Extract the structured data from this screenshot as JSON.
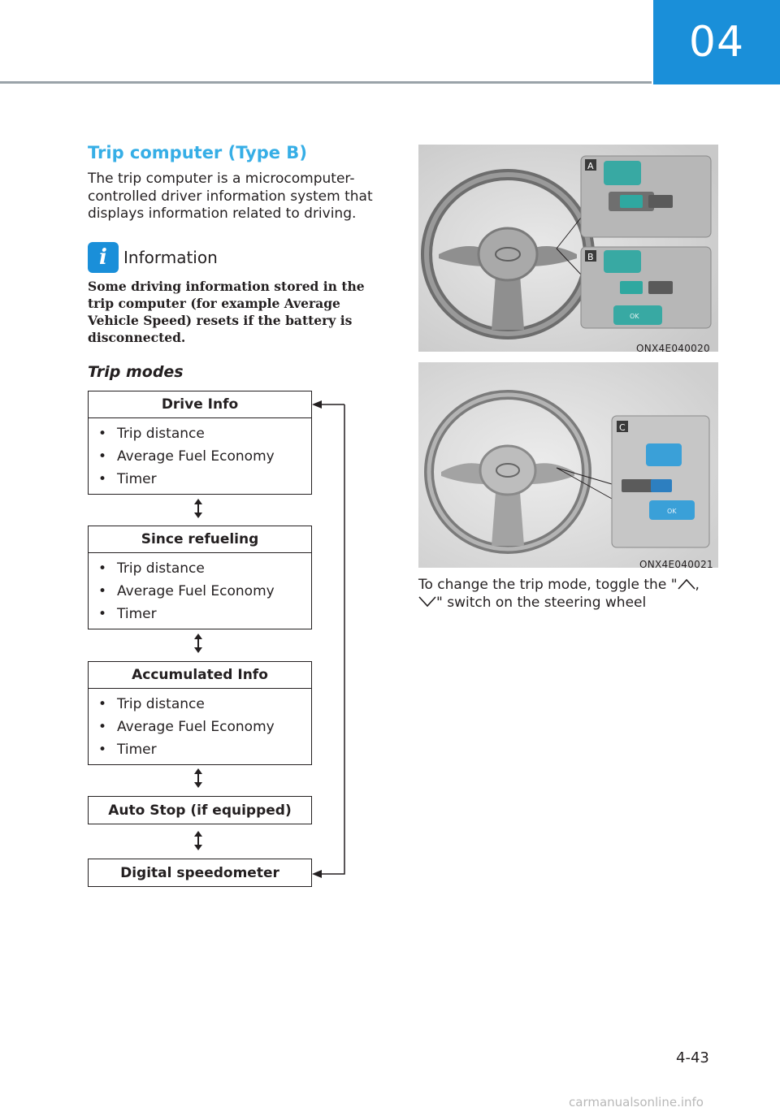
{
  "header": {
    "chapter": "04"
  },
  "section": {
    "title": "Trip computer (Type B)",
    "intro": "The trip computer is a microcomputer-controlled driver information system that displays information related to driving."
  },
  "info": {
    "title": "Information",
    "body": "Some driving information stored in the trip computer (for example Average Vehicle Speed) resets if the battery is disconnected."
  },
  "trip_modes": {
    "heading": "Trip modes",
    "modes": [
      {
        "title": "Drive Info",
        "items": [
          "Trip distance",
          "Average Fuel Economy",
          "Timer"
        ]
      },
      {
        "title": "Since refueling",
        "items": [
          "Trip distance",
          "Average Fuel Economy",
          "Timer"
        ]
      },
      {
        "title": "Accumulated Info",
        "items": [
          "Trip distance",
          "Average Fuel Economy",
          "Timer"
        ]
      },
      {
        "title": "Auto Stop (if equipped)",
        "items": []
      },
      {
        "title": "Digital speedometer",
        "items": []
      }
    ]
  },
  "figures": [
    {
      "code": "ONX4E040020",
      "callouts": [
        "A",
        "B"
      ],
      "button_text": "OK"
    },
    {
      "code": "ONX4E040021",
      "callouts": [
        "C"
      ],
      "button_text": "OK"
    }
  ],
  "instruction": {
    "before": "To change the trip mode, toggle the \"",
    "sep": ", ",
    "after": "\" switch on the steering wheel"
  },
  "page_number": "4-43",
  "footer": "carmanualsonline.info",
  "colors": {
    "accent": "#1a8fd9",
    "title_blue": "#36aee6",
    "rule_gray": "#9aa3a9"
  }
}
